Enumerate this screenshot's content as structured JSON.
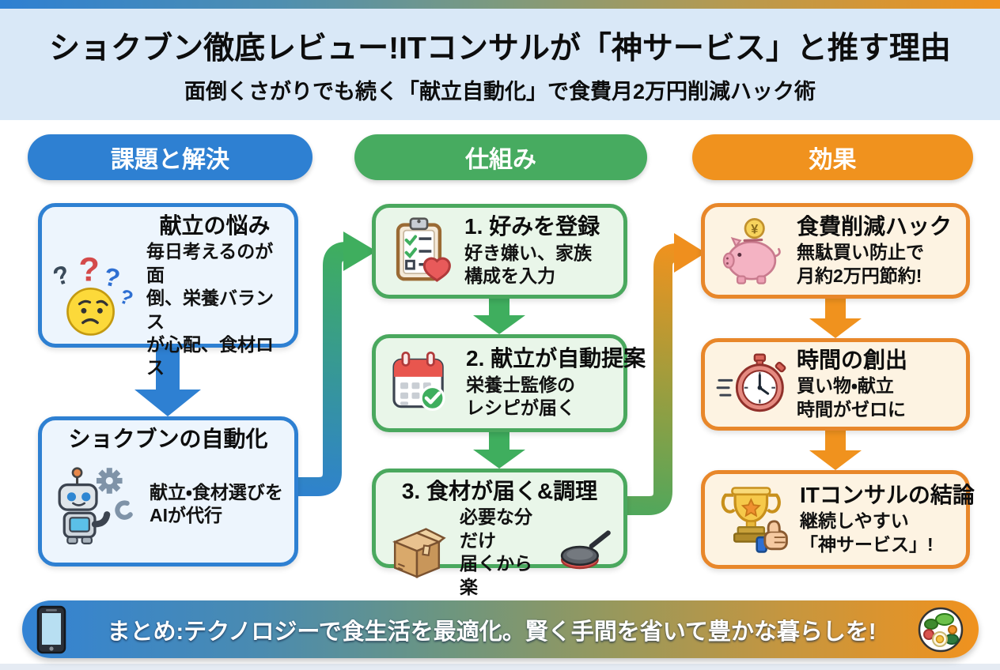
{
  "header": {
    "title": "ショクブン徹底レビュー!ITコンサルが「神サービス」と推す理由",
    "subtitle": "面倒くさがりでも続く「献立自動化」で食費月2万円削減ハック術"
  },
  "columns": [
    {
      "label": "課題と解決",
      "color": "#2e80d2",
      "boxes": [
        {
          "title": "献立の悩み",
          "body": "毎日考えるのが面\n倒、栄養バランス\nが心配、食材ロス",
          "icon": "worried-face-questions-icon"
        },
        {
          "title": "ショクブンの自動化",
          "body": "献立・食材選びを\nAIが代行",
          "icon": "robot-gear-icon"
        }
      ]
    },
    {
      "label": "仕組み",
      "color": "#47ab60",
      "boxes": [
        {
          "title": "1. 好みを登録",
          "body": "好き嫌い、家族\n構成を入力",
          "icon": "clipboard-heart-icon"
        },
        {
          "title": "2. 献立が自動提案",
          "body": "栄養士監修の\nレシピが届く",
          "icon": "calendar-check-icon"
        },
        {
          "title": "3. 食材が届く&調理",
          "body": "必要な分だけ\n届くから楽",
          "icon": "cardboard-box-icon + frying-pan-icon"
        }
      ]
    },
    {
      "label": "効果",
      "color": "#f0921e",
      "boxes": [
        {
          "title": "食費削減ハック",
          "body": "無駄買い防止で\n月約2万円節約!",
          "icon": "piggy-bank-yen-icon"
        },
        {
          "title": "時間の創出",
          "body": "買い物・献立\n時間がゼロに",
          "icon": "stopwatch-icon"
        },
        {
          "title": "ITコンサルの結論",
          "body": "継続しやすい\n「神サービス」!",
          "icon": "trophy-thumbs-up-icon"
        }
      ]
    }
  ],
  "footer": {
    "summary": "まとめ:テクノロジーで食生活を最適化。賢く手間を省いて豊かな暮らしを!",
    "left_icon": "smartphone-icon",
    "right_icon": "salad-plate-icon"
  },
  "palette": {
    "blue": "#2e80d2",
    "green": "#47ab60",
    "orange": "#f0921e",
    "header_bg": "#d9e8f7",
    "box_blue_bg": "#edf5fd",
    "box_green_bg": "#e9f6e9",
    "box_orange_bg": "#fdf3e2"
  }
}
